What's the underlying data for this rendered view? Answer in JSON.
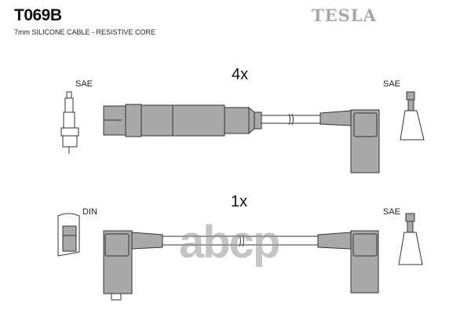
{
  "header": {
    "part_code": "T069B",
    "description": "7mm SILICONE CABLE - RESISTIVE CORE",
    "brand": "TESLA"
  },
  "set_a": {
    "quantity": "4x",
    "left_terminal": "SAE",
    "right_terminal": "SAE"
  },
  "set_b": {
    "quantity": "1x",
    "left_terminal": "DIN",
    "right_terminal": "SAE"
  },
  "watermark": "abcp",
  "colors": {
    "boot": "#a9a9a9",
    "outline": "#333333",
    "brand": "#a7a7a7"
  }
}
